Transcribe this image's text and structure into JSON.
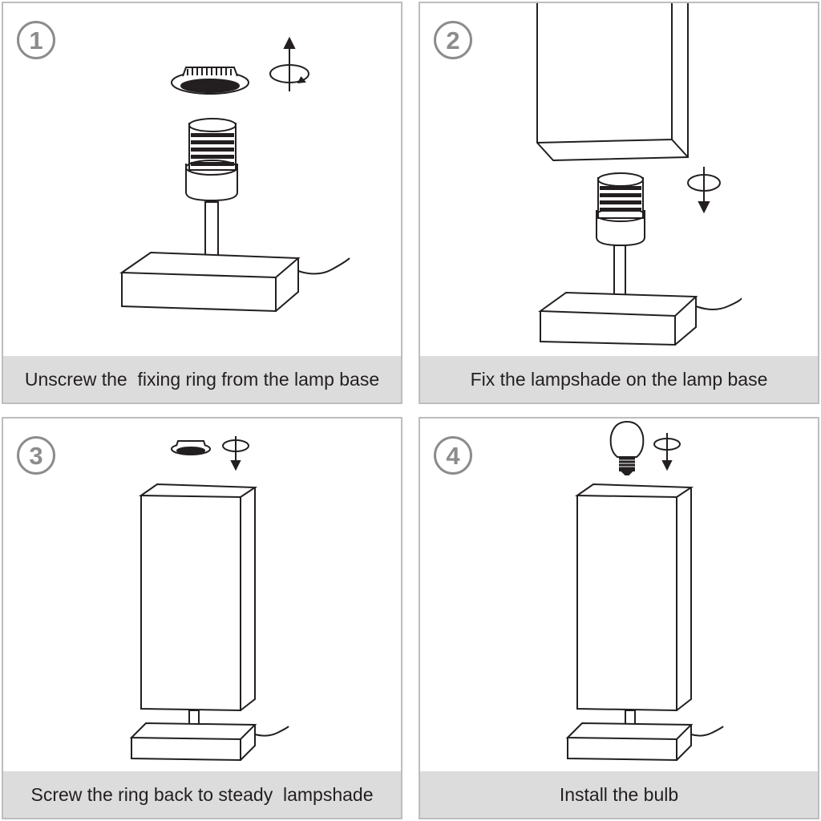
{
  "steps": [
    {
      "number": "1",
      "caption": "Unscrew the  fixing ring from the lamp base"
    },
    {
      "number": "2",
      "caption": "Fix the lampshade on the lamp base"
    },
    {
      "number": "3",
      "caption": "Screw the ring back to steady  lampshade"
    },
    {
      "number": "4",
      "caption": "Install the bulb"
    }
  ],
  "colors": {
    "line": "#231f20",
    "badge": "#8c8c8c",
    "caption_bg": "#dcdcdc",
    "border": "#bdbdbd"
  }
}
